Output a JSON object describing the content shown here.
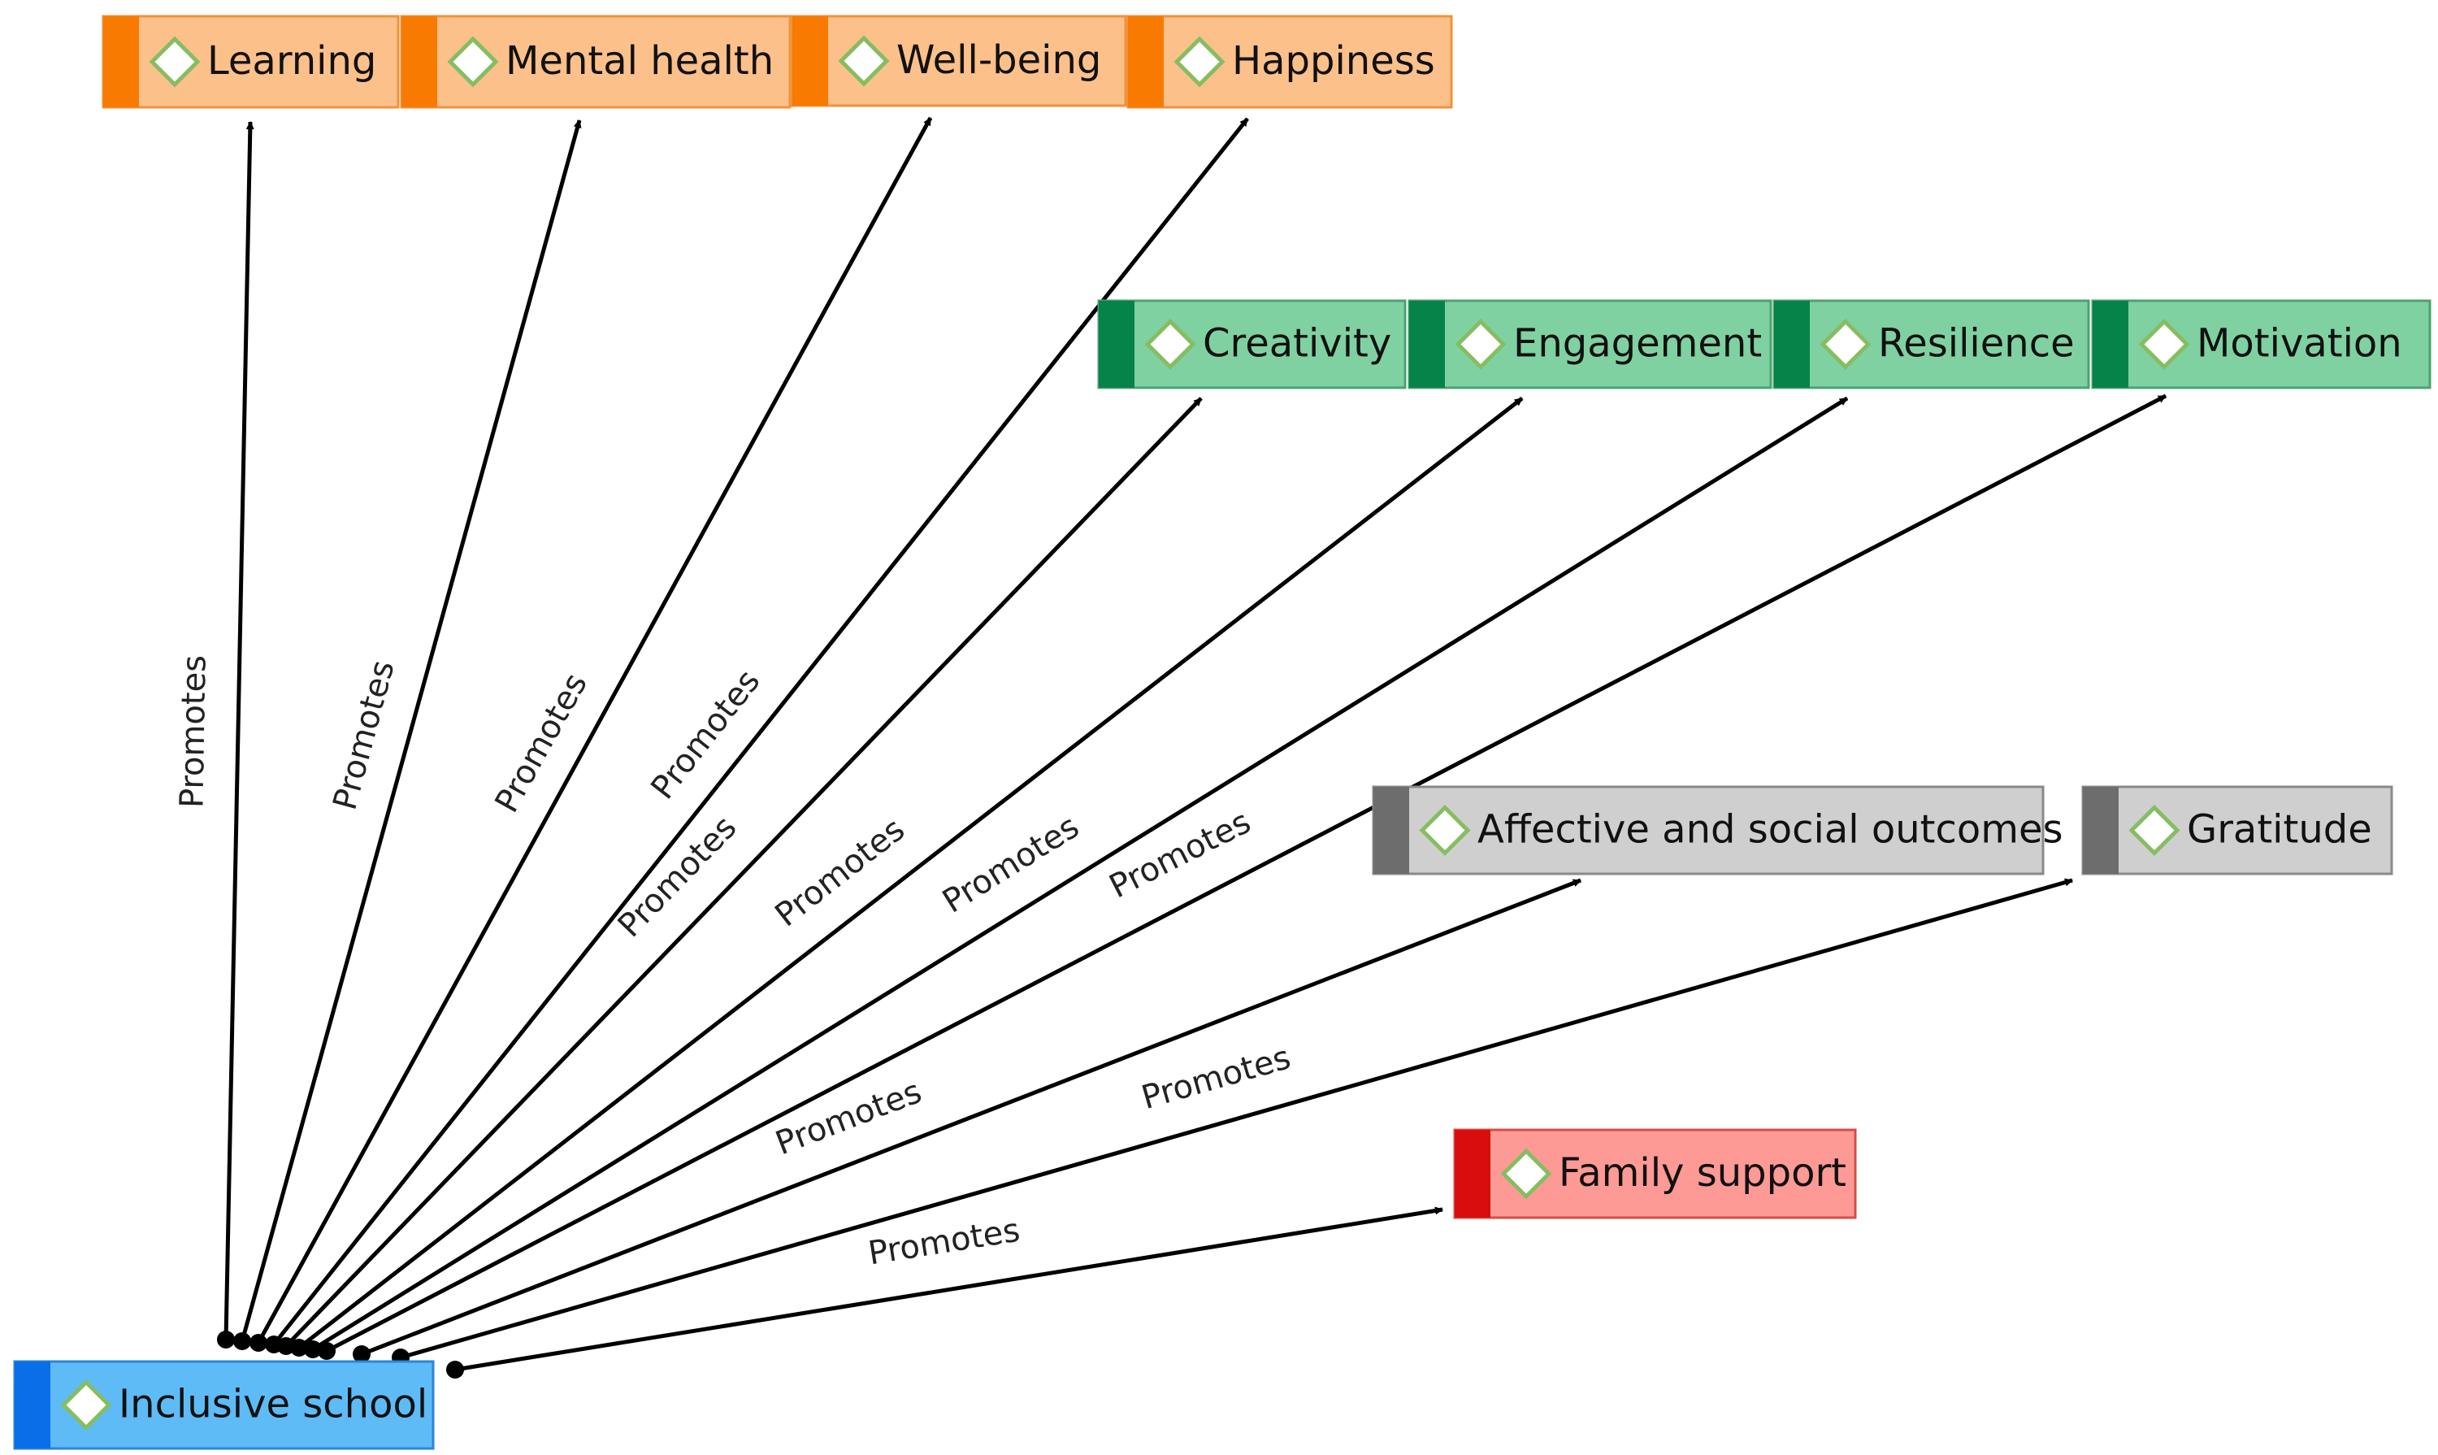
{
  "colors": {
    "orange_fill": "#fcc08a",
    "orange_accent": "#f97a00",
    "orange_border": "#f0933a",
    "green_fill": "#80d1a1",
    "green_accent": "#068349",
    "green_border": "#4aa36f",
    "gray_fill": "#cfcfcf",
    "gray_accent": "#6d6d6d",
    "gray_border": "#8a8a8a",
    "red_fill": "#fd9a95",
    "red_accent": "#d90d0d",
    "red_border": "#d84b45",
    "blue_fill": "#5ebbf6",
    "blue_accent": "#0a6ee8",
    "blue_border": "#2c86d6",
    "diamond_stroke": "#86bd62",
    "edge": "#000000"
  },
  "nodes": [
    {
      "id": "learning",
      "label": "Learning",
      "group": "orange",
      "icon": "diamond-icon"
    },
    {
      "id": "mental-health",
      "label": "Mental health",
      "group": "orange",
      "icon": "diamond-icon"
    },
    {
      "id": "well-being",
      "label": "Well-being",
      "group": "orange",
      "icon": "diamond-icon"
    },
    {
      "id": "happiness",
      "label": "Happiness",
      "group": "orange",
      "icon": "diamond-icon"
    },
    {
      "id": "creativity",
      "label": "Creativity",
      "group": "green",
      "icon": "diamond-icon"
    },
    {
      "id": "engagement",
      "label": "Engagement",
      "group": "green",
      "icon": "diamond-icon"
    },
    {
      "id": "resilience",
      "label": "Resilience",
      "group": "green",
      "icon": "diamond-icon"
    },
    {
      "id": "motivation",
      "label": "Motivation",
      "group": "green",
      "icon": "diamond-icon"
    },
    {
      "id": "affective-social",
      "label": "Affective and social outcomes",
      "group": "gray",
      "icon": "diamond-icon"
    },
    {
      "id": "gratitude",
      "label": "Gratitude",
      "group": "gray",
      "icon": "diamond-icon"
    },
    {
      "id": "family-support",
      "label": "Family support",
      "group": "red",
      "icon": "diamond-icon"
    },
    {
      "id": "inclusive-school",
      "label": "Inclusive school",
      "group": "blue",
      "icon": "diamond-icon"
    }
  ],
  "edges": [
    {
      "from": "inclusive-school",
      "to": "learning",
      "label": "Promotes"
    },
    {
      "from": "inclusive-school",
      "to": "mental-health",
      "label": "Promotes"
    },
    {
      "from": "inclusive-school",
      "to": "well-being",
      "label": "Promotes"
    },
    {
      "from": "inclusive-school",
      "to": "happiness",
      "label": "Promotes"
    },
    {
      "from": "inclusive-school",
      "to": "creativity",
      "label": "Promotes"
    },
    {
      "from": "inclusive-school",
      "to": "engagement",
      "label": "Promotes"
    },
    {
      "from": "inclusive-school",
      "to": "resilience",
      "label": "Promotes"
    },
    {
      "from": "inclusive-school",
      "to": "motivation",
      "label": "Promotes"
    },
    {
      "from": "inclusive-school",
      "to": "affective-social",
      "label": "Promotes"
    },
    {
      "from": "inclusive-school",
      "to": "gratitude",
      "label": "Promotes"
    },
    {
      "from": "inclusive-school",
      "to": "family-support",
      "label": "Promotes"
    }
  ]
}
